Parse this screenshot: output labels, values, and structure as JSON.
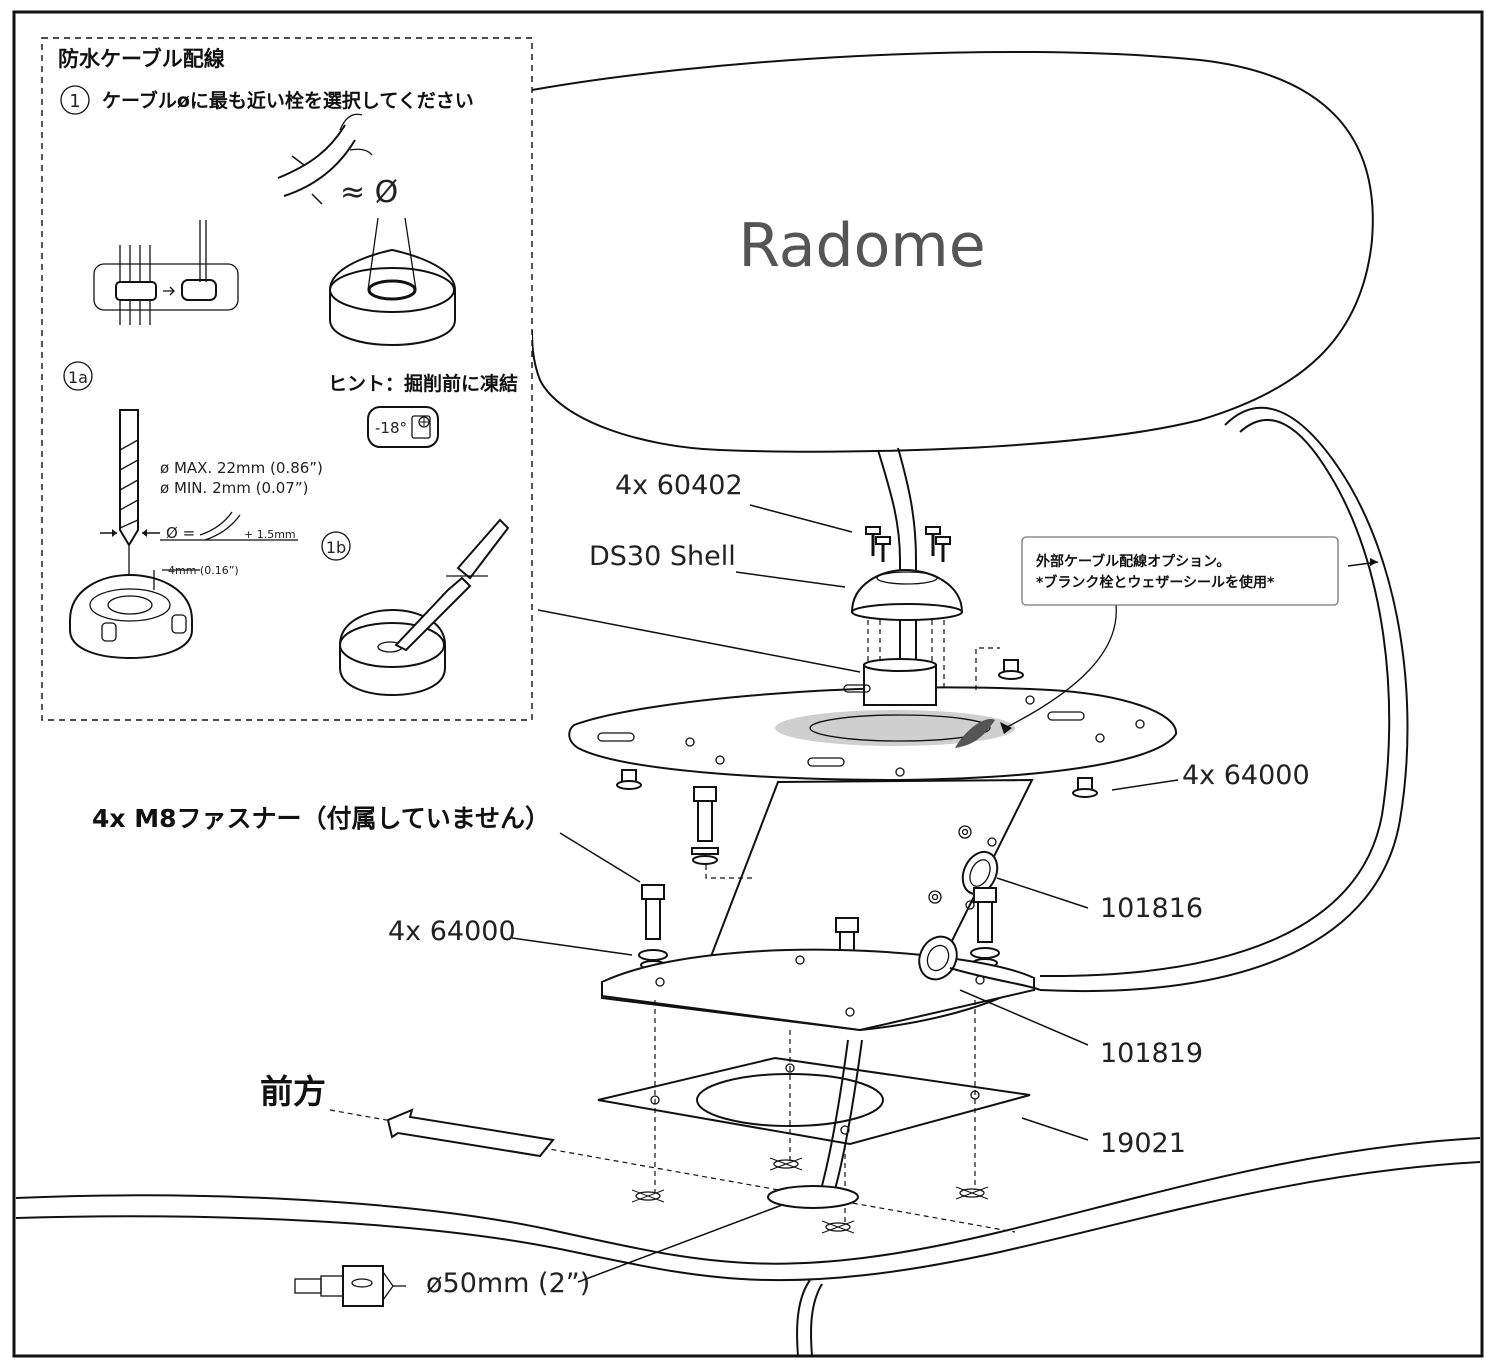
{
  "inset": {
    "title": "防水ケーブル配線",
    "step1_number": "1",
    "step1_text": "ケーブルøに最も近い栓を選択してください",
    "approx_symbol": "≈ Ø",
    "step1a_label": "1a",
    "step1b_label": "1b",
    "hint_text": "ヒント：掘削前に凍結",
    "freeze_temp": "-18°",
    "drill_max": "ø MAX. 22mm (0.86”)",
    "drill_min": "ø MIN. 2mm (0.07”)",
    "diameter_eq": "Ø =",
    "plus_mm": "+ 1.5mm",
    "depth_mm": "4mm (0.16”)"
  },
  "radome_label": "Radome",
  "callout_external": {
    "line1": "外部ケーブル配線オプション。",
    "line2": "*ブランク栓とウェザーシールを使用*"
  },
  "parts": {
    "screws": "4x 60402",
    "shell": "DS30 Shell",
    "washers_top": "4x 64000",
    "washers_bottom": "4x 64000",
    "grommet_a": "101816",
    "grommet_b": "101819",
    "gasket": "19021"
  },
  "fasteners_label": "4x M8ファスナー（付属していません）",
  "front_label": "前方",
  "hole_size": "ø50mm (2”)"
}
